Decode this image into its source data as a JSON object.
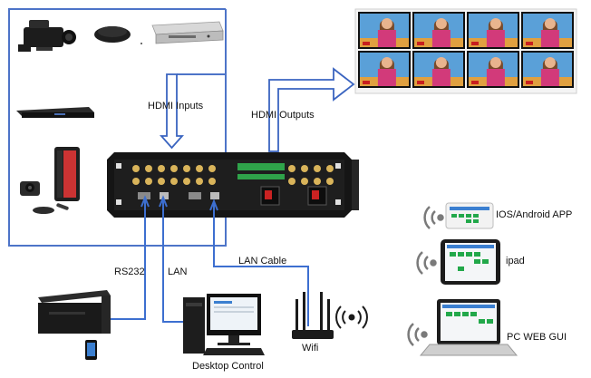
{
  "labels": {
    "hdmi_inputs": "HDMI Inputs",
    "hdmi_outputs": "HDMI Outputs",
    "rs232": "RS232",
    "lan": "LAN",
    "lan_cable": "LAN Cable",
    "wifi": "Wifi",
    "desktop_control": "Desktop Control",
    "ios_android_app": "IOS/Android APP",
    "ipad": "ipad",
    "pc_web_gui": "PC WEB GUI"
  },
  "output_screens": {
    "rows": 2,
    "cols": 4
  },
  "colors": {
    "line_blue": "#3d6fd0",
    "frame_blue": "#4d74c8",
    "arrow_blue": "#3a64c0",
    "device_dark": "#1b1b1b",
    "screen_sky": "#5aa0d8",
    "app_accent": "#22a84a",
    "wifi_gray": "#7a7a7a"
  },
  "icons": {
    "camcorder": "camcorder-icon",
    "speakerphone": "speakerphone-icon",
    "dvd_player": "dvd-player-icon",
    "bluray_player": "bluray-player-icon",
    "video_conference": "video-conference-icon",
    "matrix_switcher": "matrix-switcher-icon",
    "control_box": "control-box-icon",
    "phone": "phone-icon",
    "desktop_pc": "desktop-pc-icon",
    "router": "router-icon",
    "wifi_signal": "wifi-signal-icon",
    "tablet": "tablet-icon",
    "laptop": "laptop-icon"
  }
}
